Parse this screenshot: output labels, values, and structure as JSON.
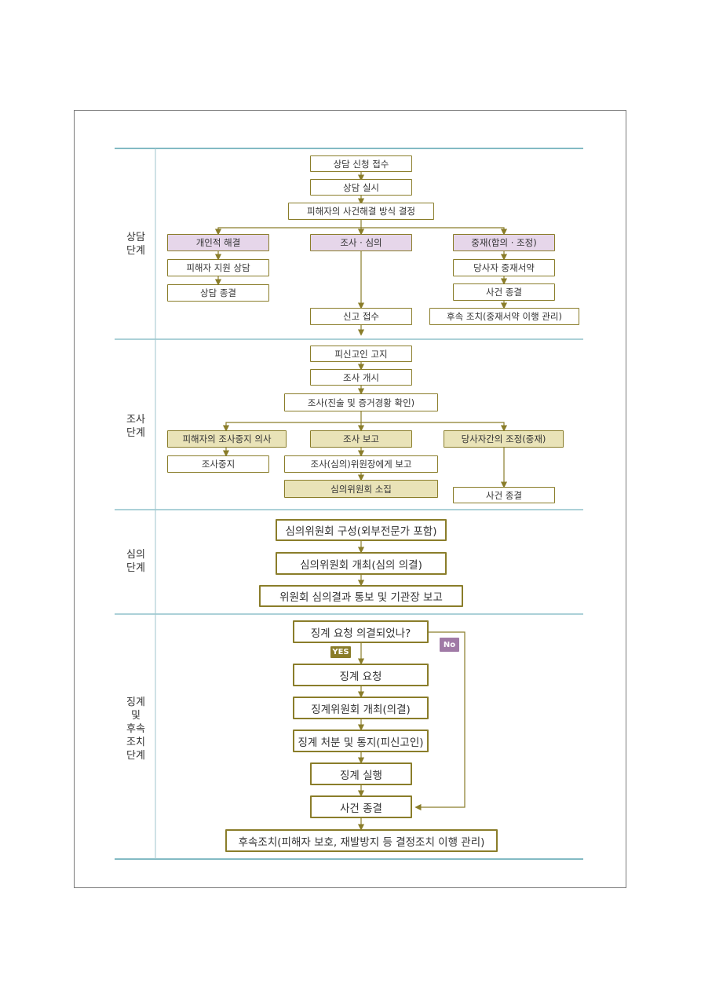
{
  "stages": [
    {
      "id": "consult",
      "label": "상담\n단계"
    },
    {
      "id": "investigate",
      "label": "조사\n단계"
    },
    {
      "id": "review",
      "label": "심의\n단계"
    },
    {
      "id": "discipline",
      "label": "징계\n및\n후속\n조치\n단계"
    }
  ],
  "consult": {
    "apply": "상담 신청 접수",
    "conduct": "상담 실시",
    "decide": "피해자의 사건해결 방식 결정",
    "personal": "개인적 해결",
    "investigation": "조사 · 심의",
    "mediation": "중재(합의 · 조정)",
    "support": "피해자 지원 상담",
    "end": "상담 종결",
    "pledge": "당사자 중재서약",
    "case_end": "사건 종결",
    "followup": "후속 조치(중재서약 이행 관리)",
    "report_receipt": "신고 접수"
  },
  "investigate": {
    "notify": "피신고인 고지",
    "start": "조사 개시",
    "check": "조사(진술 및 증거경황 확인)",
    "stop_intent": "피해자의 조사중지 의사",
    "report": "조사 보고",
    "adjust": "당사자간의 조정(중재)",
    "stop": "조사중지",
    "report_chair": "조사(심의)위원장에게 보고",
    "convene": "심의위원회 소집",
    "case_end": "사건 종결"
  },
  "review": {
    "compose": "심의위원회 구성(외부전문가 포함)",
    "hold": "심의위원회 개최(심의 의결)",
    "notice": "위원회 심의결과 통보 및 기관장 보고"
  },
  "discipline": {
    "question": "징계 요청 의결되었나?",
    "yes": "YES",
    "no": "No",
    "request": "징계 요청",
    "committee": "징계위원회 개최(의결)",
    "disposition": "징계 처분 및 통지(피신고인)",
    "execute": "징계 실행",
    "case_end": "사건 종결",
    "after": "후속조치(피해자 보호, 재발방지 등 결정조치 이행 관리)"
  },
  "colors": {
    "line": "#8a7d2a",
    "rule": "#5aa3b0",
    "pink_fill": "#e6d6ea",
    "tan_fill": "#e9e3b8",
    "yes_badge": "#8a7d2a",
    "no_badge": "#a07aa6"
  }
}
